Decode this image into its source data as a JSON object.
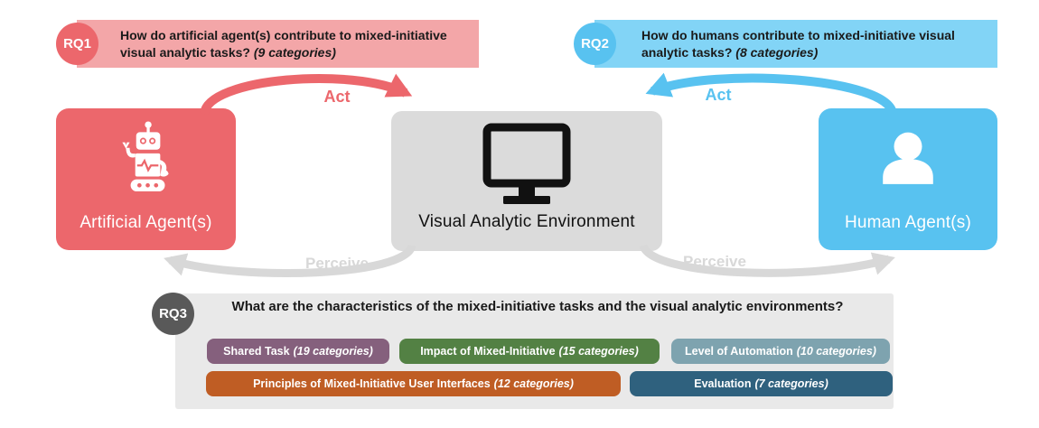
{
  "colors": {
    "red": "#EC676C",
    "red_light": "#F3A6A8",
    "blue": "#58C2F0",
    "blue_light": "#82D4F6",
    "gray_box": "#DBDBDB",
    "panel_gray": "#E9E9E9",
    "arrow_gray": "#D8D8D8",
    "dark_badge": "#595959",
    "icon_dark": "#111111"
  },
  "rq1": {
    "badge": "RQ1",
    "question": "How do artificial agent(s) contribute to mixed-initiative visual analytic tasks?",
    "categories": "(9 categories)"
  },
  "rq2": {
    "badge": "RQ2",
    "question": "How do humans contribute to mixed-initiative visual analytic tasks?",
    "categories": "(8 categories)"
  },
  "nodes": {
    "artificial": {
      "label": "Artificial Agent(s)",
      "icon": "robot-icon"
    },
    "environment": {
      "label": "Visual Analytic Environment",
      "icon": "monitor-icon"
    },
    "human": {
      "label": "Human Agent(s)",
      "icon": "person-icon"
    }
  },
  "edges": {
    "act_left": {
      "label": "Act"
    },
    "act_right": {
      "label": "Act"
    },
    "perceive_left": {
      "label": "Perceive"
    },
    "perceive_right": {
      "label": "Perceive"
    }
  },
  "rq3": {
    "badge": "RQ3",
    "question": "What are the characteristics of the mixed-initiative tasks and the visual analytic environments?",
    "tags": [
      {
        "label": "Shared Task",
        "categories": "(19 categories)",
        "color": "#85607D"
      },
      {
        "label": "Impact of Mixed-Initiative",
        "categories": "(15 categories)",
        "color": "#538144"
      },
      {
        "label": "Level of Automation",
        "categories": "(10 categories)",
        "color": "#7EA3AF"
      },
      {
        "label": "Principles of Mixed-Initiative User Interfaces",
        "categories": "(12 categories)",
        "color": "#BF5D24"
      },
      {
        "label": "Evaluation",
        "categories": "(7 categories)",
        "color": "#2F617E"
      }
    ]
  }
}
